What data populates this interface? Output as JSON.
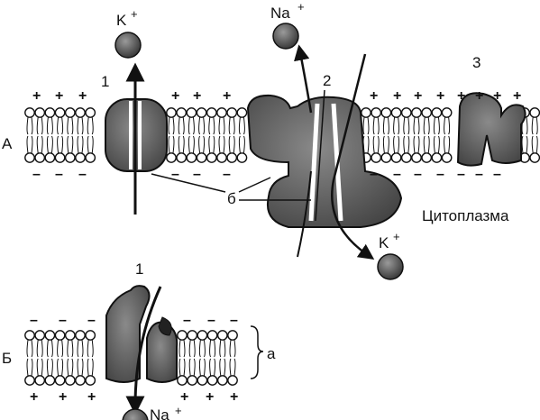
{
  "panel_a": {
    "label": "А",
    "channel_1_number": "1",
    "channel_2_number": "2",
    "channel_3_number": "3",
    "ion_k_top": "K",
    "ion_k_top_charge": "+",
    "ion_na_top": "Na",
    "ion_na_top_charge": "+",
    "ion_k_bottom": "K",
    "ion_k_bottom_charge": "+",
    "gate_label": "б",
    "cytoplasm_label": "Цитоплазма",
    "outer_charge": "+",
    "inner_charge": "–"
  },
  "panel_b": {
    "label": "Б",
    "channel_number": "1",
    "membrane_label": "а",
    "ion_na": "Na",
    "ion_na_charge": "+",
    "outer_charge": "–",
    "inner_charge": "+"
  },
  "colors": {
    "ink": "#111111",
    "protein_fill": "#6b6b6b",
    "ion_fill": "#5a5a5a"
  }
}
